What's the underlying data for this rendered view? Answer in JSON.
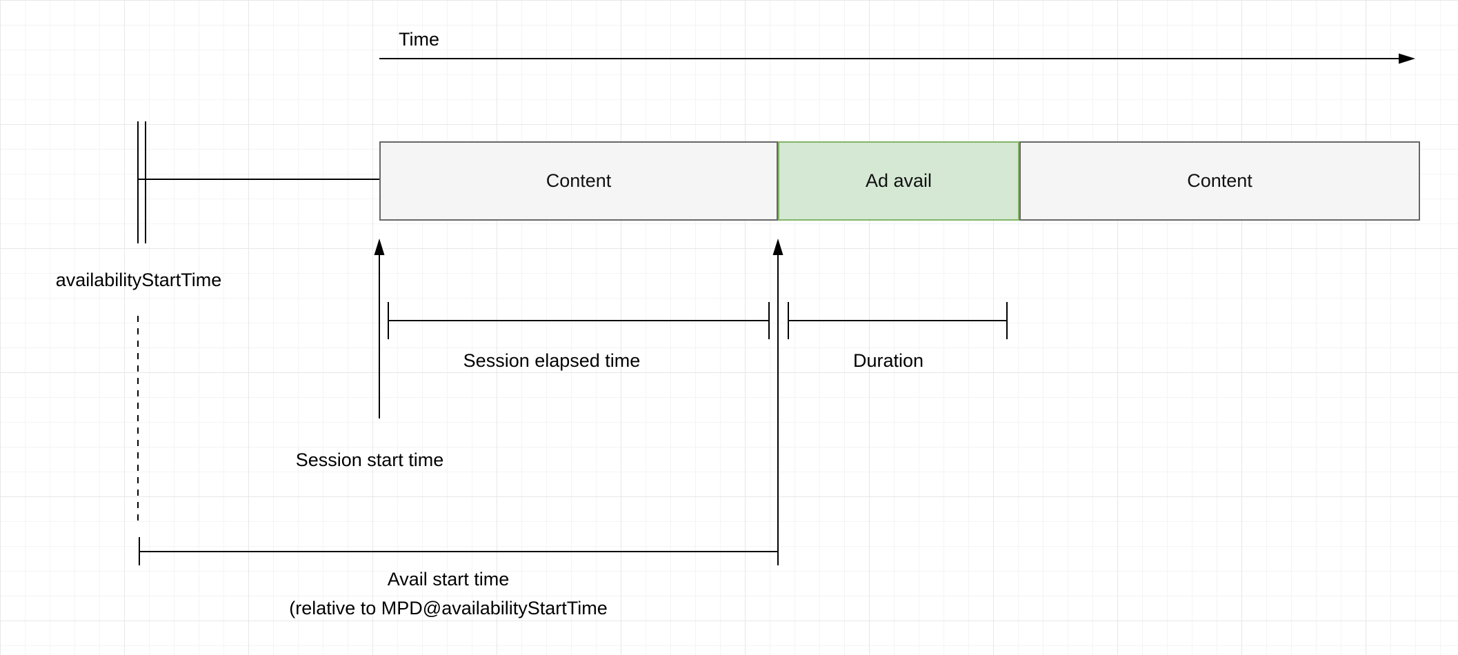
{
  "diagram": {
    "time_axis_label": "Time",
    "boxes": {
      "content_left": "Content",
      "ad_avail": "Ad avail",
      "content_right": "Content"
    },
    "labels": {
      "availability_start_time": "availabilityStartTime",
      "session_elapsed_time": "Session elapsed time",
      "duration": "Duration",
      "session_start_time": "Session start time",
      "avail_start_time_line1": "Avail start time",
      "avail_start_time_line2": "(relative to MPD@availabilityStartTime"
    },
    "colors": {
      "background": "#ffffff",
      "grid_minor": "#f4f4f4",
      "grid_major": "#e7e7e7",
      "content_fill": "#f5f5f5",
      "content_border": "#666666",
      "ad_avail_fill": "#d5e8d4",
      "ad_avail_border": "#82b366",
      "line_color": "#000000",
      "text_color": "#000000"
    }
  }
}
